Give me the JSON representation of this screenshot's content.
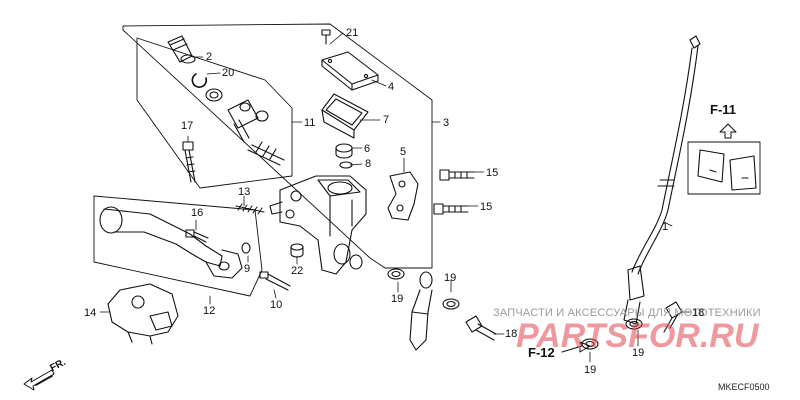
{
  "callouts": {
    "c1": "1",
    "c2": "2",
    "c3": "3",
    "c4": "4",
    "c5": "5",
    "c6": "6",
    "c7": "7",
    "c8": "8",
    "c9": "9",
    "c10": "10",
    "c11": "11",
    "c12": "12",
    "c13": "13",
    "c14": "14",
    "c15a": "15",
    "c15b": "15",
    "c16": "16",
    "c17": "17",
    "c18a": "18",
    "c18b": "18",
    "c19a": "19",
    "c19b": "19",
    "c19c": "19",
    "c19d": "19",
    "c20": "20",
    "c21": "21",
    "c22": "22"
  },
  "refs": {
    "f11": "F-11",
    "f12": "F-12",
    "fr": "FR."
  },
  "diagram_code": "MKECF0500",
  "watermark": {
    "logo_text": "PARTSFOR.RU",
    "tagline": "ЗАПЧАСТИ И АКСЕССУАРЫ ДЛЯ МОТОТЕХНИКИ",
    "logo_color": "#e14650"
  }
}
